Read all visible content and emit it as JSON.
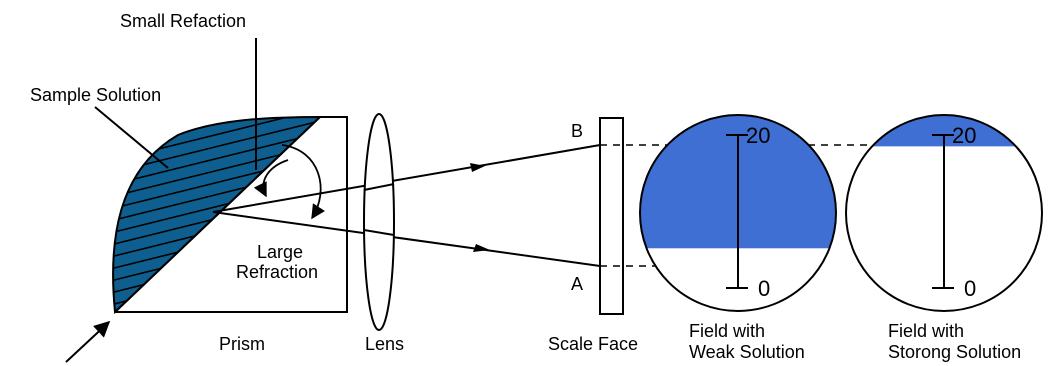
{
  "labels": {
    "small_refraction": "Small Refaction",
    "sample_solution": "Sample Solution",
    "large_refraction_line1": "Large",
    "large_refraction_line2": "Refraction",
    "prism": "Prism",
    "lens": "Lens",
    "scale_face": "Scale Face",
    "point_b": "B",
    "point_a": "A",
    "weak_field_line1": "Field with",
    "weak_field_line2": "Weak Solution",
    "strong_field_line1": "Field with",
    "strong_field_line2": "Storong Solution"
  },
  "scale": {
    "top": "20",
    "bottom": "0"
  },
  "fields": {
    "weak_fill_fraction": 0.68,
    "strong_fill_fraction": 0.16
  },
  "colors": {
    "sample_fill": "#0e5f8f",
    "field_fill": "#3f6fd2",
    "line": "#000000"
  }
}
